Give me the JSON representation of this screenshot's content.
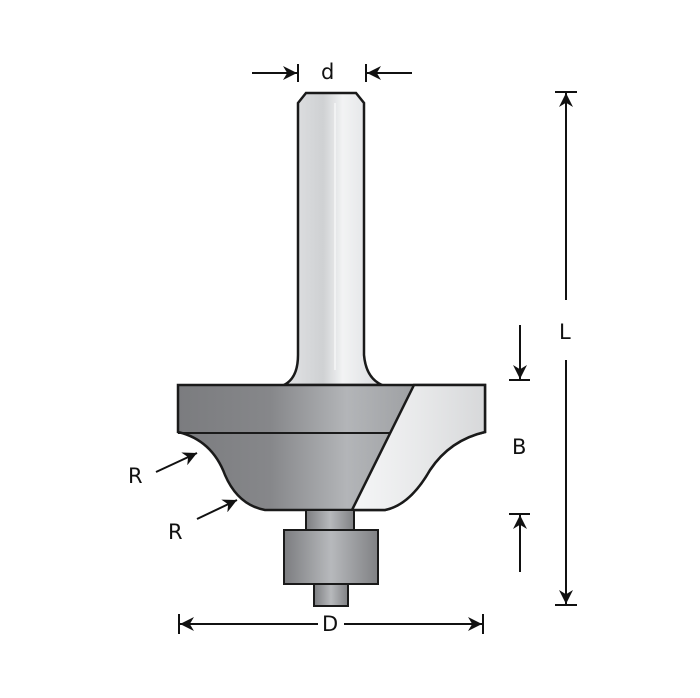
{
  "diagram": {
    "subject": "Router bit with bearing",
    "labels": {
      "shank_diameter": "d",
      "total_length": "L",
      "cutting_height": "B",
      "radius_upper": "R",
      "radius_lower": "R",
      "cutting_diameter": "D"
    },
    "colors": {
      "outline": "#1a1a1a",
      "body_dark": "#7f8083",
      "body_light": "#b8babd",
      "shank_light": "#e9eaeb",
      "edge_face": "#f3f4f5",
      "background": "#ffffff"
    }
  }
}
